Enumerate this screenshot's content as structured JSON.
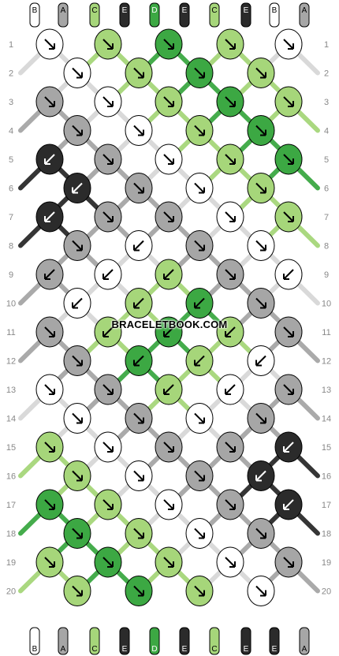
{
  "watermark": "BRACELETBOOK.COM",
  "palette": {
    "A": "#a6a6a6",
    "B": "#ffffff",
    "C": "#a6d67a",
    "D": "#3ca843",
    "E": "#2b2b2b"
  },
  "strands_top": [
    "B",
    "A",
    "C",
    "E",
    "D",
    "E",
    "C",
    "E",
    "B",
    "A"
  ],
  "strands_bottom": [
    "B",
    "A",
    "C",
    "E",
    "D",
    "E",
    "C",
    "E",
    "E",
    "A"
  ],
  "row_numbers": [
    "1",
    "2",
    "3",
    "4",
    "5",
    "6",
    "7",
    "8",
    "9",
    "10",
    "11",
    "12",
    "13",
    "14",
    "15",
    "16",
    "17",
    "18",
    "19",
    "20"
  ],
  "knots": [
    [
      [
        "B",
        "se"
      ],
      [
        "C",
        "se"
      ],
      [
        "D",
        "se"
      ],
      [
        "C",
        "se"
      ],
      [
        "B",
        "se"
      ]
    ],
    [
      [
        "B",
        "se"
      ],
      [
        "C",
        "se"
      ],
      [
        "D",
        "se"
      ],
      [
        "C",
        "se"
      ]
    ],
    [
      [
        "A",
        "se"
      ],
      [
        "B",
        "se"
      ],
      [
        "C",
        "se"
      ],
      [
        "D",
        "se"
      ],
      [
        "C",
        "se"
      ]
    ],
    [
      [
        "A",
        "se"
      ],
      [
        "B",
        "se"
      ],
      [
        "C",
        "se"
      ],
      [
        "D",
        "se"
      ]
    ],
    [
      [
        "E",
        "sw"
      ],
      [
        "A",
        "se"
      ],
      [
        "B",
        "se"
      ],
      [
        "C",
        "se"
      ],
      [
        "D",
        "se"
      ]
    ],
    [
      [
        "E",
        "sw"
      ],
      [
        "A",
        "se"
      ],
      [
        "B",
        "se"
      ],
      [
        "C",
        "se"
      ]
    ],
    [
      [
        "E",
        "sw"
      ],
      [
        "A",
        "se"
      ],
      [
        "A",
        "se"
      ],
      [
        "B",
        "se"
      ],
      [
        "C",
        "se"
      ]
    ],
    [
      [
        "A",
        "se"
      ],
      [
        "B",
        "sw"
      ],
      [
        "A",
        "se"
      ],
      [
        "B",
        "se"
      ]
    ],
    [
      [
        "A",
        "sw"
      ],
      [
        "B",
        "sw"
      ],
      [
        "C",
        "sw"
      ],
      [
        "A",
        "se"
      ],
      [
        "B",
        "sw"
      ]
    ],
    [
      [
        "B",
        "sw"
      ],
      [
        "C",
        "sw"
      ],
      [
        "D",
        "sw"
      ],
      [
        "A",
        "se"
      ]
    ],
    [
      [
        "A",
        "se"
      ],
      [
        "C",
        "sw"
      ],
      [
        "D",
        "sw"
      ],
      [
        "C",
        "sw"
      ],
      [
        "A",
        "se"
      ]
    ],
    [
      [
        "A",
        "se"
      ],
      [
        "D",
        "sw"
      ],
      [
        "C",
        "sw"
      ],
      [
        "B",
        "sw"
      ]
    ],
    [
      [
        "B",
        "se"
      ],
      [
        "A",
        "se"
      ],
      [
        "C",
        "sw"
      ],
      [
        "B",
        "sw"
      ],
      [
        "A",
        "se"
      ]
    ],
    [
      [
        "B",
        "se"
      ],
      [
        "A",
        "se"
      ],
      [
        "B",
        "se"
      ],
      [
        "A",
        "se"
      ]
    ],
    [
      [
        "C",
        "se"
      ],
      [
        "B",
        "se"
      ],
      [
        "A",
        "se"
      ],
      [
        "A",
        "se"
      ],
      [
        "E",
        "sw"
      ]
    ],
    [
      [
        "C",
        "se"
      ],
      [
        "B",
        "se"
      ],
      [
        "A",
        "se"
      ],
      [
        "E",
        "sw"
      ]
    ],
    [
      [
        "D",
        "se"
      ],
      [
        "C",
        "se"
      ],
      [
        "B",
        "se"
      ],
      [
        "A",
        "se"
      ],
      [
        "E",
        "sw"
      ]
    ],
    [
      [
        "D",
        "se"
      ],
      [
        "C",
        "se"
      ],
      [
        "B",
        "se"
      ],
      [
        "A",
        "se"
      ]
    ],
    [
      [
        "C",
        "se"
      ],
      [
        "D",
        "se"
      ],
      [
        "C",
        "se"
      ],
      [
        "B",
        "se"
      ],
      [
        "A",
        "se"
      ]
    ],
    [
      [
        "C",
        "se"
      ],
      [
        "D",
        "se"
      ],
      [
        "C",
        "se"
      ],
      [
        "B",
        "se"
      ]
    ]
  ]
}
